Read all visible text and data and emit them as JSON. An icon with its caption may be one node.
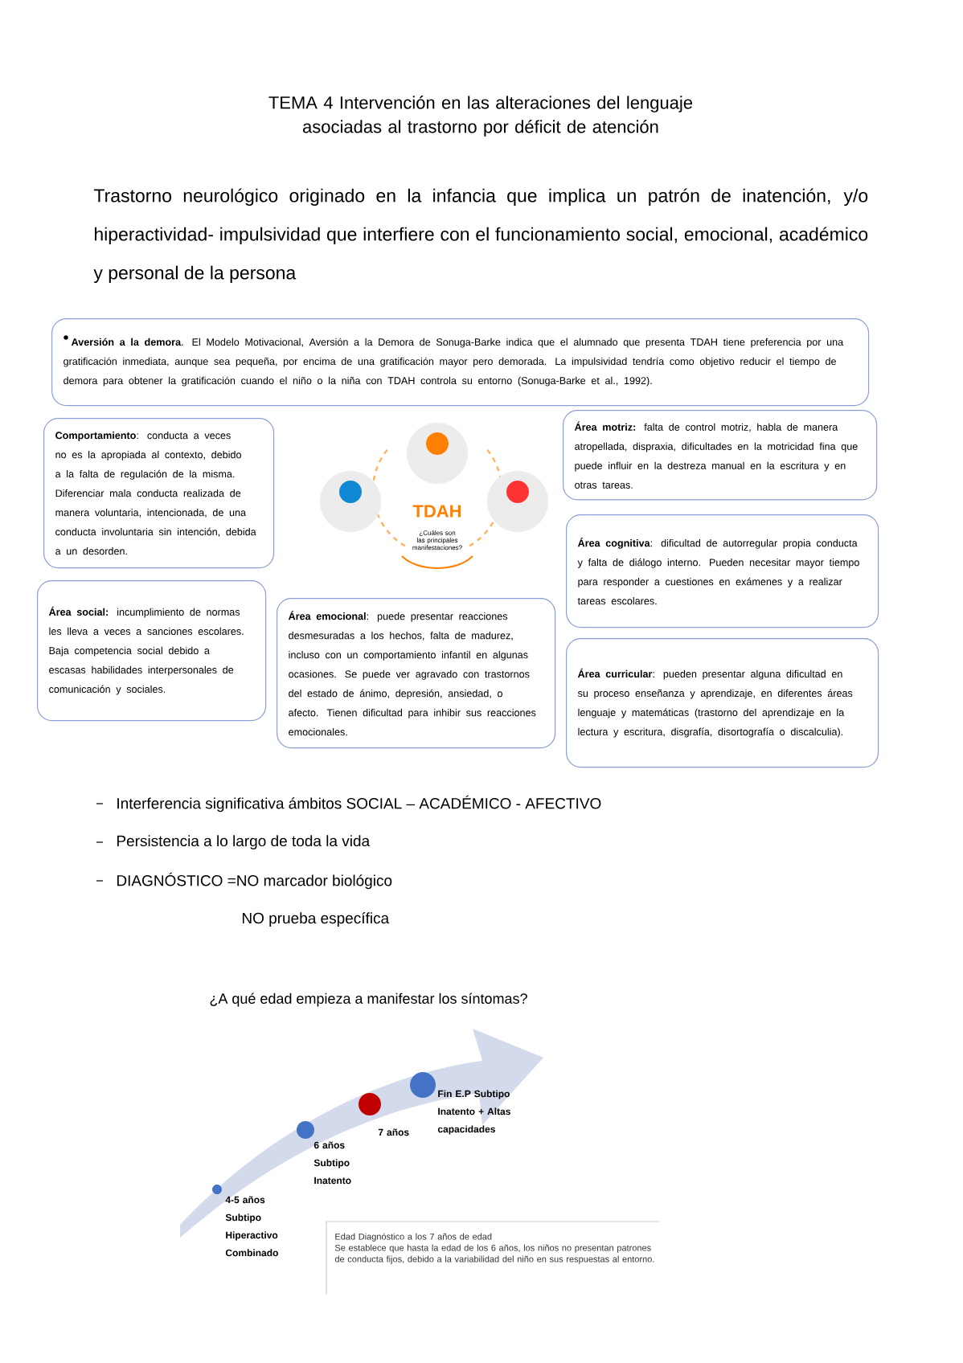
{
  "diagram": {
    "title": "TEMA 4 Intervención en las alteraciones del lenguaje asociadas al trastorno por déficit de atención",
    "nodes": [
      {
        "text": [
          "**Aversión a la demora**. El Modelo Motivacional, Aversión a la Demora de Sonuga-Barke indica que el alumnado que presenta TDAH tiene preferencia por una gratificación inmediata, aunque sea pequeña, por encima de una gratificación mayor pero demorada. La impulsividad tendría como objetivo reducir el tiempo de demora para obtener la gratificación cuando el niño o la niña con TDAH controla su entorno (Sonuga-Barke et al., 1992)."
        ]
      },
      {
        "text": [
          "**Comportamiento**: conducta a veces no es la apropiada al contexto, debido a la falta de regulación de la misma. Diferenciar mala conducta realizada de manera voluntaria, intencionada, de una conducta involuntaria sin intención, debida a un desorden."
        ]
      },
      {
        "text": [
          "**Área social:** incumplimiento de normas les lleva a veces a sanciones escolares. Baja competencia social debido a escasas habilidades interpersonales de comunicación y sociales."
        ]
      },
      {
        "text": [
          "**Área emocional**: puede presentar reacciones desmesuradas a los hechos, falta de madurez, incluso con un comportamiento infantil en algunas ocasiones. Se puede ver agravado con trastornos del estado de ánimo, depresión, ansiedad, o afecto. Tienen dificultad para inhibir sus reacciones emocionales."
        ]
      },
      {
        "text": [
          "**Área motriz:** falta de control motriz, habla de manera atropellada, dispraxia, dificultades en la motricidad fina que puede influir en la destreza manual en la escritura y en otras tareas."
        ]
      },
      {
        "text": [
          "**Área cognitiva**: dificultad de autorregular propia conducta y falta de diálogo interno. Pueden necesitar mayor tiempo para responder a cuestiones en exámenes y a realizar tareas escolares."
        ]
      },
      {
        "text": [
          "**Área curricular**: pueden presentar alguna dificultad en su proceso enseñanza y aprendizaje, en diferentes áreas lenguaje y matemáticas (trastorno del aprendizaje en la lectura y escritura, disgrafía, disortografía o discalculia)."
        ]
      },
      {
        "text": [],
        "shape": "circle",
        "beside": [
          "4-5 años Subtipo Hiperactivo Combinado"
        ]
      },
      {
        "text": [],
        "shape": "circle",
        "beside": [
          "6 años Subtipo Inatento"
        ]
      },
      {
        "text": [],
        "shape": "circle",
        "beside": [
          "7 años"
        ]
      },
      {
        "text": [],
        "shape": "circle",
        "beside": [
          "Fin E.P Subtipo Inatento + Altas capacidades"
        ]
      },
      {
        "text": [
          "Edad Diagnóstico a los 7 años de edad",
          "Se establece que hasta la edad de los 6 años, los niños no presentan patrones de conducta fijos, debido a la variabilidad del niño en sus respuestas al entorno."
        ]
      }
    ],
    "edges": [],
    "labels": [
      "Trastorno neurológico originado en la infancia que implica un patrón de inatención, y/o hiperactividad- impulsividad que interfiere con el funcionamiento social, emocional, académico y personal de la persona",
      "TDAH",
      "¿Cuáles son las principales manifestaciones?",
      "Interferencia significativa ámbitos SOCIAL – ACADÉMICO - AFECTIVO",
      "Persistencia a lo largo de toda la vida",
      "DIAGNÓSTICO =NO marcador biológico",
      "NO prueba específica",
      "¿A qué edad empieza a manifestar los síntomas?"
    ]
  }
}
